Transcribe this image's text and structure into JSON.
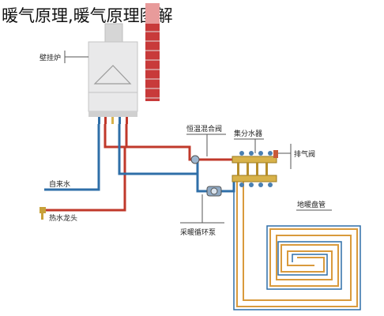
{
  "title": "暖气原理,暖气原理图解",
  "labels": {
    "boiler": "壁挂炉",
    "mixing_valve": "恒温混合阀",
    "manifold": "集分水器",
    "exhaust_valve": "排气阀",
    "cold_water": "自来水",
    "hot_water": "热水龙头",
    "floor_coil": "地暖盘管",
    "circulation_pump": "采暖循环泵"
  },
  "colors": {
    "hot_pipe": "#c0392b",
    "cold_pipe": "#2f6fa8",
    "floor_pipe": "#d99a3c",
    "chimney": "#c83a3a",
    "boiler_body": "#e9e9ea",
    "brass": "#d8b24a"
  }
}
